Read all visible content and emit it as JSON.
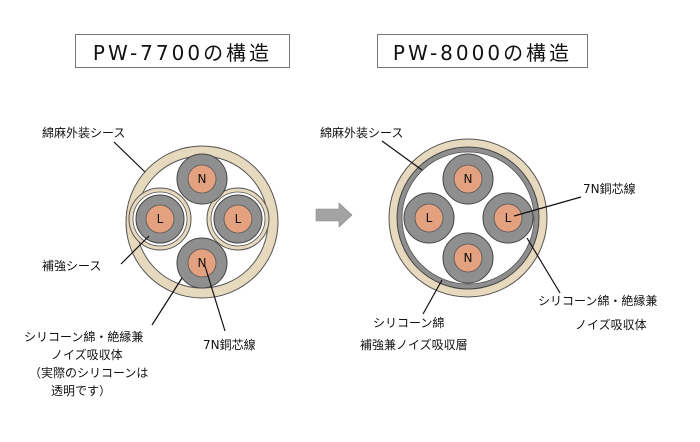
{
  "titles": {
    "left": "PW-7700の構造",
    "right": "PW-8000の構造"
  },
  "left_cable": {
    "outer_sheath_label": "綿麻外装シース",
    "reinforcement_label": "補強シース",
    "silicone_label_lines": [
      "シリコーン綿・絶縁兼",
      "ノイズ吸収体",
      "（実際のシリコーンは",
      "透明です）"
    ],
    "copper_label": "7N銅芯線",
    "cores": [
      "N",
      "L",
      "L",
      "N"
    ]
  },
  "right_cable": {
    "outer_sheath_label": "綿麻外装シース",
    "copper_label": "7N銅芯線",
    "silicone_label_lines": [
      "シリコーン綿・絶縁兼",
      "ノイズ吸収体"
    ],
    "reinforcement_label_lines": [
      "シリコーン綿",
      "補強兼ノイズ吸収層"
    ],
    "cores": [
      "N",
      "L",
      "L",
      "N"
    ]
  },
  "colors": {
    "outer_sheath": "#e6d9bd",
    "core_insulation": "#8f8f8f",
    "copper": "#e3a17f",
    "silicone_fill": "#ffffff",
    "arrow": "#a3a3a3"
  }
}
